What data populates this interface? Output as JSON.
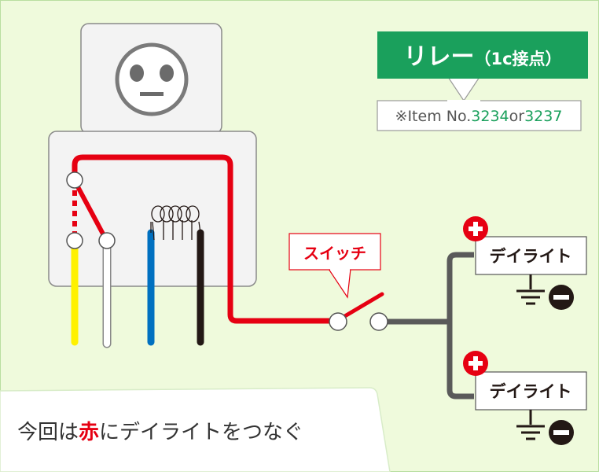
{
  "relay_title": "リレー",
  "relay_title_suffix": "（1c接点）",
  "item_note_prefix": "※Item No.",
  "item_no_1": "3234",
  "item_note_or": "or",
  "item_no_2": "3237",
  "switch_label": "スイッチ",
  "lamp_label_top": "デイライト",
  "lamp_label_bottom": "デイライト",
  "caption_before": "今回は",
  "caption_highlight": "赤",
  "caption_after": "にデイライトをつなぐ",
  "colors": {
    "background": "#effadc",
    "relay_body": "#f3f3f3",
    "relay_outline": "#7a7a7a",
    "wire_red": "#e60012",
    "wire_yellow": "#fff100",
    "wire_white": "#ffffff",
    "wire_blue": "#0070c0",
    "wire_black": "#231815",
    "wire_gray": "#555555",
    "relay_label_bg": "#1aa05c",
    "switch_label_text": "#e60012",
    "item_number_text": "#1aa05c",
    "plus_icon": "#e60012",
    "minus_icon": "#231815"
  },
  "icons": [
    "face-icon",
    "coil-icon",
    "plus-icon",
    "minus-icon",
    "ground-icon"
  ]
}
